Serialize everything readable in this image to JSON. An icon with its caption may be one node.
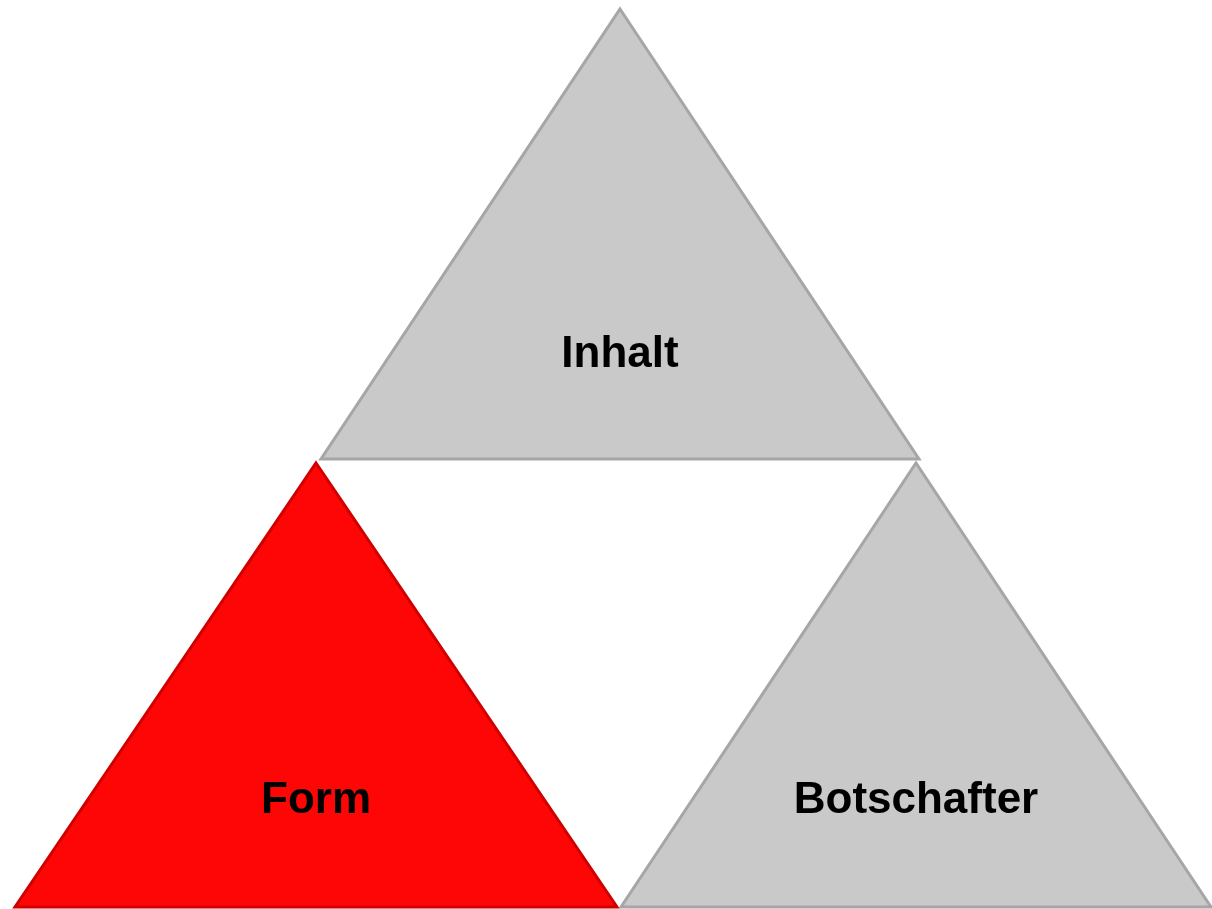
{
  "diagram": {
    "nodes": [
      {
        "text": [
          "Inhalt"
        ]
      },
      {
        "text": [
          "Form"
        ]
      },
      {
        "text": [
          "Botschafter"
        ]
      }
    ]
  }
}
